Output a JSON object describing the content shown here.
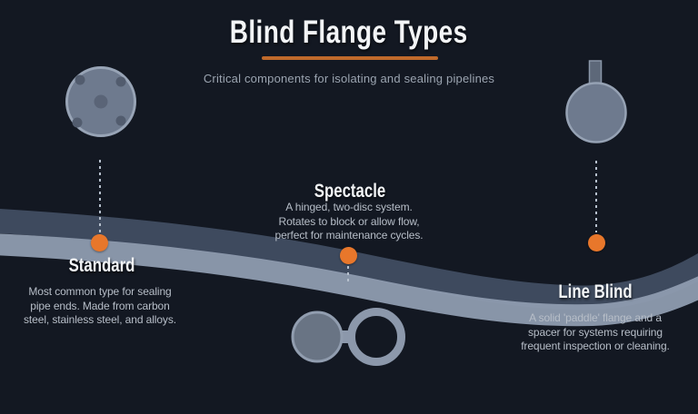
{
  "colors": {
    "background": "#131822",
    "accent_orange": "#e8772b",
    "underline_orange": "#c06a2b",
    "band_dark": "#3e4a5e",
    "band_light": "#8e9aae",
    "flange_fill": "#6e7a8e",
    "flange_border": "#98a4b6",
    "bolt_hole": "#525c6e",
    "heading_text": "#f2f4f6",
    "body_text": "#b7bec8",
    "subtitle_text": "#9ba4b0",
    "dash_line": "#b6c0cd"
  },
  "header": {
    "title": "Blind Flange Types",
    "subtitle": "Critical components for isolating and sealing pipelines"
  },
  "sections": {
    "standard": {
      "title": "Standard",
      "description": "Most common type for sealing\npipe ends. Made from carbon\nsteel, stainless steel, and alloys.",
      "icon": "blind-flange-face-icon"
    },
    "spectacle": {
      "title": "Spectacle",
      "description": "A hinged, two-disc system.\nRotates to block or allow flow,\nperfect for maintenance cycles.",
      "icon": "spectacle-flange-icon"
    },
    "line_blind": {
      "title": "Line Blind",
      "description": "A solid 'paddle' flange and a\nspacer for systems requiring\nfrequent inspection or cleaning.",
      "icon": "paddle-flange-icon"
    }
  }
}
